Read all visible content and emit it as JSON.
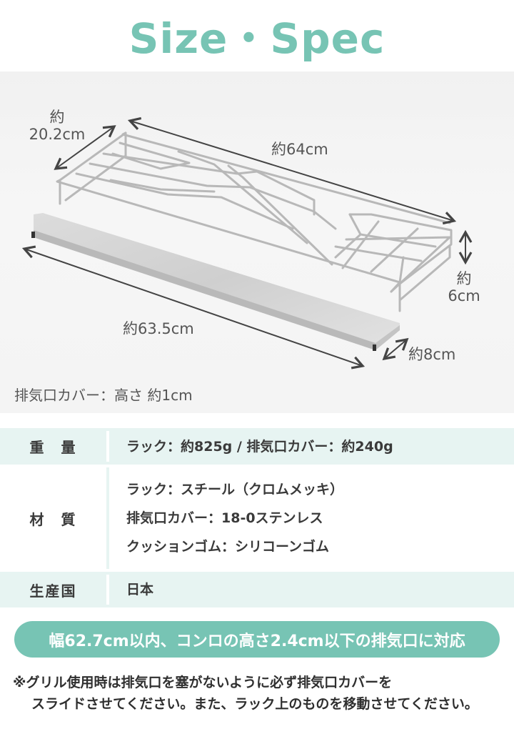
{
  "title": "Size・Spec",
  "colors": {
    "accent": "#77c4b4",
    "row_tint": "#e7f4f2",
    "text": "#3a3a3a"
  },
  "dimensions": {
    "depth_prefix": "約",
    "depth_value": "20.2cm",
    "length_rack": "約64cm",
    "height_prefix": "約",
    "height_value": "6cm",
    "length_cover": "約63.5cm",
    "width_cover": "約8cm",
    "cover_height_note": "排気口カバー：高さ 約1cm"
  },
  "spec": {
    "rows": [
      {
        "label": "重　量",
        "values": [
          "ラック：約825g / 排気口カバー：約240g"
        ]
      },
      {
        "label": "材　質",
        "values": [
          "ラック：スチール（クロムメッキ）",
          "排気口カバー：18-0ステンレス",
          "クッションゴム：シリコーンゴム"
        ]
      },
      {
        "label": "生産国",
        "values": [
          "日本"
        ]
      }
    ]
  },
  "compat_badge": "幅62.7cm以内、コンロの高さ2.4cm以下の排気口に対応",
  "notes": {
    "line1": "※グリル使用時は排気口を塞がないように必ず排気口カバーを",
    "line2": "スライドさせてください。また、ラック上のものを移動させてください。"
  }
}
